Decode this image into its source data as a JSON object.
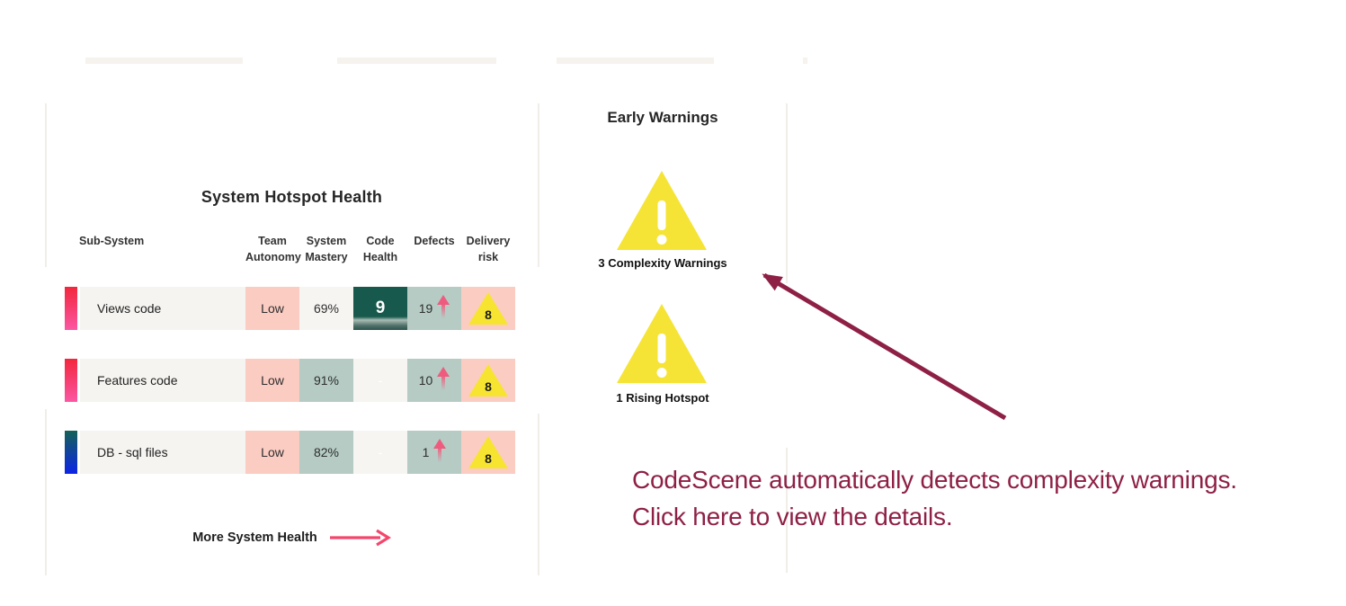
{
  "hotspot": {
    "title": "System Hotspot Health",
    "columns": [
      "Sub-System",
      "Team Autonomy",
      "System Mastery",
      "Code Health",
      "Defects",
      "Delivery risk"
    ],
    "rows": [
      {
        "name": "Views code",
        "team_autonomy": "Low",
        "system_mastery": "69%",
        "code_health": "9",
        "defects": "19",
        "delivery_risk": "8"
      },
      {
        "name": "Features code",
        "team_autonomy": "Low",
        "system_mastery": "91%",
        "code_health": "-",
        "defects": "10",
        "delivery_risk": "8"
      },
      {
        "name": "DB - sql files",
        "team_autonomy": "Low",
        "system_mastery": "82%",
        "code_health": "-",
        "defects": "1",
        "delivery_risk": "8"
      }
    ],
    "more_link": "More System Health"
  },
  "early_warnings": {
    "title": "Early Warnings",
    "items": [
      {
        "label": "3 Complexity Warnings"
      },
      {
        "label": "1 Rising Hotspot"
      }
    ]
  },
  "annotation": {
    "line1": "CodeScene automatically detects complexity warnings.",
    "line2": "Click here to view the details."
  },
  "colors": {
    "accent_pink": "#f4466d",
    "annotation_maroon": "#8e2045",
    "warning_yellow": "#f5e436",
    "cell_pink": "#fbccc2",
    "cell_sage": "#b5cbc4",
    "row_bg": "#f5f4f1",
    "code_health_teal": "#17594c",
    "defect_arrow_pink": "#ef5b7e",
    "bar_red_top": "#f2273d",
    "bar_red_bottom": "#fb56a3",
    "bar_blue_top": "#156257",
    "bar_blue_bottom": "#0d24e8"
  }
}
